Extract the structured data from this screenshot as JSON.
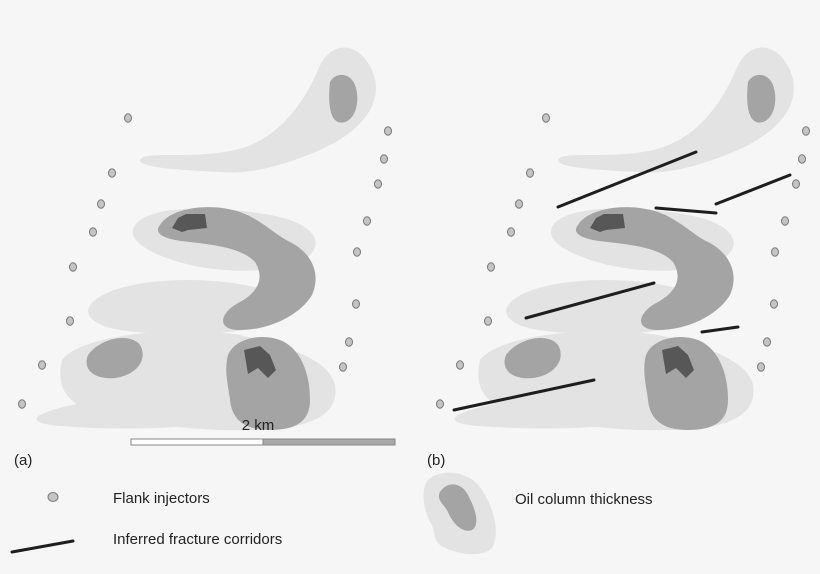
{
  "panels": [
    {
      "label": "(a)"
    },
    {
      "label": "(b)"
    }
  ],
  "scale_bar": {
    "label": "2 km"
  },
  "legend": {
    "injector_label": "Flank injectors",
    "fracture_label": "Inferred fracture corridors",
    "thickness_label": "Oil column thickness"
  },
  "colors": {
    "light_zone": "#e3e3e3",
    "medium_zone": "#a4a4a4",
    "dark_zone": "#575757",
    "injector_fill": "#c4c4c4",
    "injector_stroke": "#7a7a7a",
    "fracture": "#1e1e1e",
    "background": "#f6f6f6"
  }
}
